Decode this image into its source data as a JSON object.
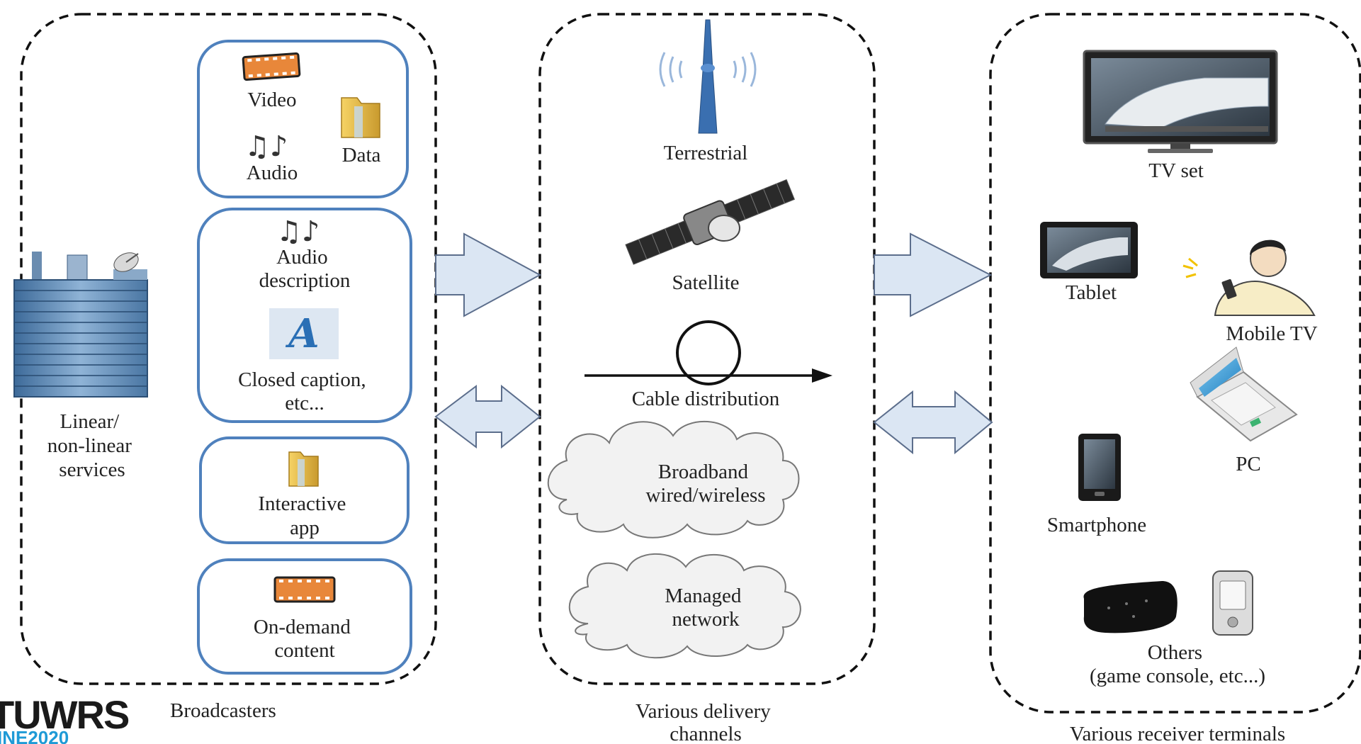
{
  "colors": {
    "box_border": "#4f81bd",
    "arrow_fill": "#dbe6f3",
    "arrow_stroke": "#5c6e8c",
    "cloud_fill": "#f2f2f2",
    "logo_blue": "#1e9ad6"
  },
  "broadcasters": {
    "group_label": "Broadcasters",
    "building_label": [
      "Linear/",
      "non-linear",
      "services"
    ],
    "box1": {
      "video": "Video",
      "audio": "Audio",
      "data": "Data"
    },
    "box2": {
      "audio_desc": [
        "Audio",
        "description"
      ],
      "caption": [
        "Closed caption,",
        "etc..."
      ]
    },
    "box3": {
      "interactive": [
        "Interactive",
        "app"
      ]
    },
    "box4": {
      "ondemand": [
        "On-demand",
        "content"
      ]
    }
  },
  "channels": {
    "group_label": [
      "Various delivery",
      "channels"
    ],
    "terrestrial": "Terrestrial",
    "satellite": "Satellite",
    "cable": "Cable distribution",
    "broadband": [
      "Broadband",
      "wired/wireless"
    ],
    "managed": [
      "Managed",
      "network"
    ]
  },
  "terminals": {
    "group_label": "Various receiver terminals",
    "tv": "TV set",
    "tablet": "Tablet",
    "mobile": "Mobile TV",
    "pc": "PC",
    "smartphone": "Smartphone",
    "others": [
      "Others",
      "(game console, etc...)"
    ]
  },
  "logo": {
    "main": "TUWRS",
    "sub": "INE2020"
  }
}
